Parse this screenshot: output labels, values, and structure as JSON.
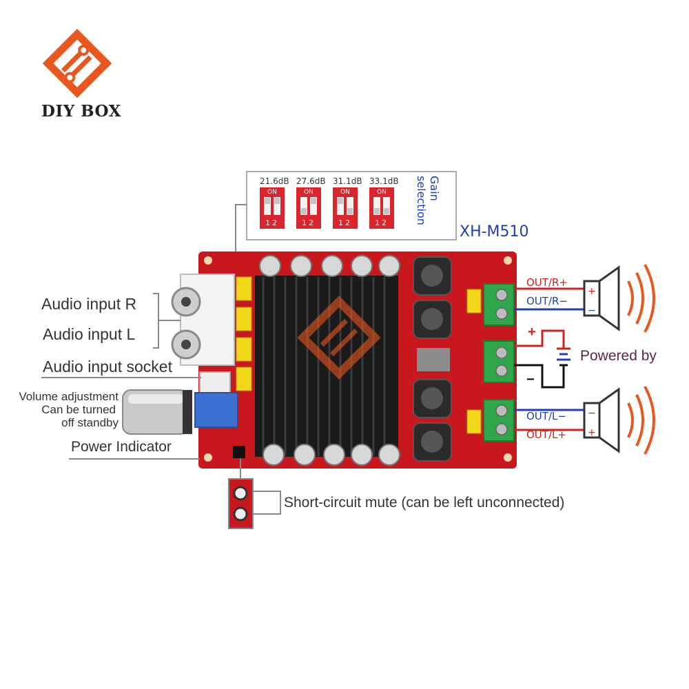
{
  "brand": {
    "name": "DIY BOX"
  },
  "gain_selection": {
    "title": "Gain selection",
    "switches": [
      {
        "gain": "21.6dB",
        "on_label": "ON",
        "numbers": "12"
      },
      {
        "gain": "27.6dB",
        "on_label": "ON",
        "numbers": "12"
      },
      {
        "gain": "31.1dB",
        "on_label": "ON",
        "numbers": "12"
      },
      {
        "gain": "33.1dB",
        "on_label": "ON",
        "numbers": "12"
      }
    ]
  },
  "model": "XH-M510",
  "labels": {
    "audio_input_r": "Audio input R",
    "audio_input_l": "Audio input L",
    "audio_input_socket": "Audio input socket",
    "volume_line1": "Volume adjustment",
    "volume_line2": "Can be turned",
    "volume_line3": "off standby",
    "power_indicator": "Power Indicator",
    "short_circuit": "Short-circuit mute (can be left unconnected)",
    "powered_by": "Powered by"
  },
  "outputs": {
    "r_plus": "OUT/R+",
    "r_minus": "OUT/R−",
    "l_minus": "OUT/L−",
    "l_plus": "OUT/L+"
  },
  "power": {
    "plus": "+",
    "minus": "−"
  },
  "colors": {
    "accent": "#e8571d",
    "board": "#c8181e",
    "blue": "#1e3fb4",
    "red": "#d0201a"
  }
}
